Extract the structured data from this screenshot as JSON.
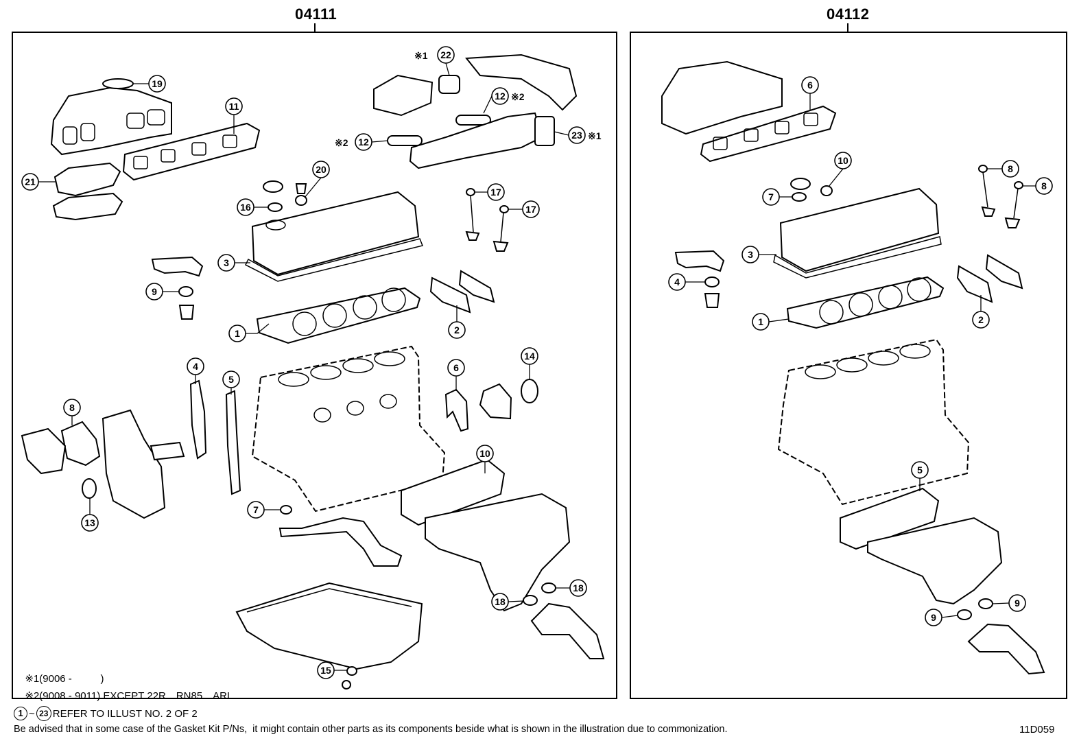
{
  "panels": [
    {
      "code": "04111",
      "callouts": [
        {
          "num": "1"
        },
        {
          "num": "2"
        },
        {
          "num": "3"
        },
        {
          "num": "4"
        },
        {
          "num": "5"
        },
        {
          "num": "6"
        },
        {
          "num": "7"
        },
        {
          "num": "8"
        },
        {
          "num": "9"
        },
        {
          "num": "10"
        },
        {
          "num": "11"
        },
        {
          "num": "12",
          "mark": "※2"
        },
        {
          "num": "12",
          "mark": "※2"
        },
        {
          "num": "13"
        },
        {
          "num": "14"
        },
        {
          "num": "15"
        },
        {
          "num": "16"
        },
        {
          "num": "17"
        },
        {
          "num": "17"
        },
        {
          "num": "18"
        },
        {
          "num": "18"
        },
        {
          "num": "19"
        },
        {
          "num": "20"
        },
        {
          "num": "21"
        },
        {
          "num": "22",
          "mark": "※1"
        },
        {
          "num": "23",
          "mark": "※1"
        }
      ],
      "footnotes": [
        {
          "mark": "※1",
          "text": "(9006 -          )"
        },
        {
          "mark": "※2",
          "text": "(9008 - 9011) EXCEPT 22R…RN85…ARL"
        }
      ]
    },
    {
      "code": "04112",
      "callouts": [
        {
          "num": "1"
        },
        {
          "num": "2"
        },
        {
          "num": "3"
        },
        {
          "num": "4"
        },
        {
          "num": "5"
        },
        {
          "num": "6"
        },
        {
          "num": "7"
        },
        {
          "num": "8"
        },
        {
          "num": "8"
        },
        {
          "num": "9"
        },
        {
          "num": "9"
        },
        {
          "num": "10"
        }
      ]
    }
  ],
  "range_note": {
    "start": "1",
    "separator": "~",
    "end": "23",
    "text": "REFER TO ILLUST NO. 2 OF 2"
  },
  "disclaimer": "Be advised that in some case of the Gasket Kit P/Ns,  it might contain other parts as its components beside what is shown in the illustration due to commonization.",
  "illustration_id": "11D059"
}
